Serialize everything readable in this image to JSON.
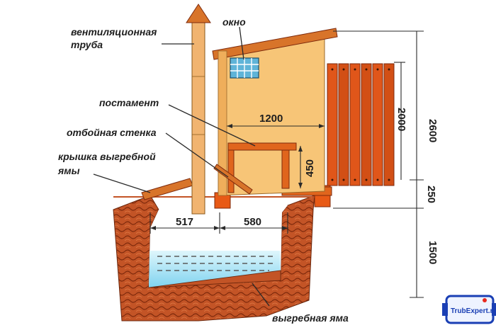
{
  "labels": {
    "vent_pipe": "вентиляционная труба",
    "window": "окно",
    "pedestal": "постамент",
    "splash_wall": "отбойная стенка",
    "pit_cover": "крышка выгребной ямы",
    "cesspit": "выгребная яма"
  },
  "dimensions": {
    "height_total": "2600",
    "height_cabin": "2000",
    "height_base": "250",
    "pit_depth": "1500",
    "cabin_width": "1200",
    "seat_height": "450",
    "pit_left": "517",
    "pit_right": "580"
  },
  "watermark": "TrubExpert.ru",
  "colors": {
    "wall": "#f7c577",
    "roof": "#d2691e",
    "brick": "#b54a1e",
    "water": "#a9e8f8",
    "pipe": "#f1b470",
    "boards": "#d85a1a"
  }
}
